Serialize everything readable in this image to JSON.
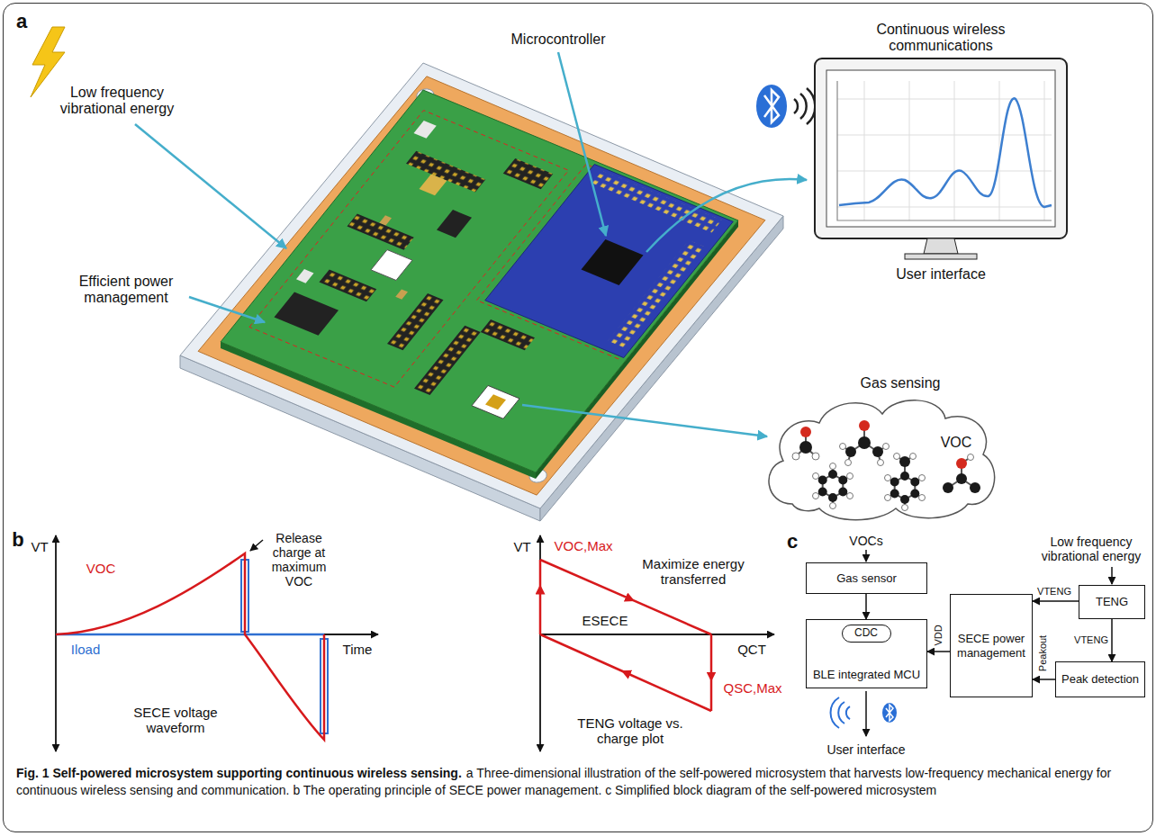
{
  "diagram": {
    "title": "Fig. 1 Self-powered microsystem supporting continuous wireless sensing.",
    "caption": "a Three-dimensional illustration of the self-powered microsystem that harvests low-frequency mechanical energy for continuous wireless sensing and communication. b The operating principle of SECE power management. c Simplified block diagram of the self-powered microsystem",
    "nodes": [
      {
        "text": [
          "Gas sensor"
        ]
      },
      {
        "text": [
          "BLE integrated MCU"
        ]
      },
      {
        "text": [
          "CDC"
        ],
        "in": 1
      },
      {
        "text": [
          "SECE power management"
        ]
      },
      {
        "text": [
          "TENG"
        ]
      },
      {
        "text": [
          "Peak detection"
        ]
      }
    ],
    "edges": [
      {
        "from": 0,
        "to": 1,
        "arrow": "to"
      },
      {
        "from": 3,
        "to": 1,
        "arrow": "to",
        "label": "VDD"
      },
      {
        "from": 4,
        "to": 3,
        "arrow": "to",
        "label": "VTENG"
      },
      {
        "from": 4,
        "to": 5,
        "arrow": "to",
        "label": "VTENG"
      },
      {
        "from": 5,
        "to": 3,
        "arrow": "to",
        "label": "Peakout"
      }
    ],
    "labels": [
      "a",
      "Low frequency vibrational energy",
      "Efficient power management",
      "Microcontroller",
      "Continuous wireless communications",
      "User interface",
      "Gas sensing",
      "VOC",
      "b",
      "VT",
      "VOC",
      "Release charge at maximum VOC",
      "Iload",
      "Time",
      "SECE voltage waveform",
      "VT",
      "VOC,Max",
      "Maximize energy transferred",
      "ESECE",
      "QCT",
      "QSC,Max",
      "TENG voltage vs. charge plot",
      "c",
      "VOCs",
      "Low frequency vibrational energy",
      "User interface"
    ]
  }
}
